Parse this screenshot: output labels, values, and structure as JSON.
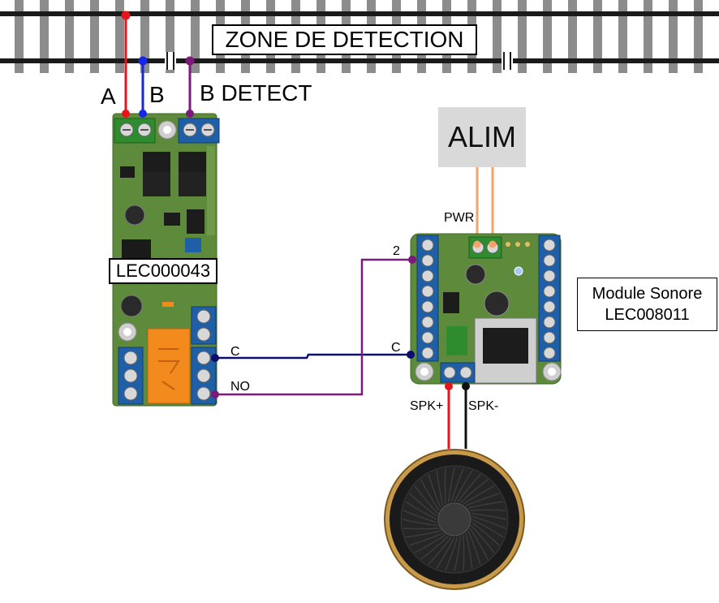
{
  "track": {
    "zone_label": "ZONE DE DETECTION"
  },
  "detector": {
    "model_label": "LEC000043",
    "terminal_labels": {
      "a": "A",
      "b": "B",
      "b_detect": "B DETECT"
    },
    "relay_labels": {
      "c": "C",
      "no": "NO"
    }
  },
  "sound_module": {
    "title_line1": "Module Sonore",
    "title_line2": "LEC008011",
    "pin_2": "2",
    "pin_c": "C",
    "pwr": "PWR",
    "spk_plus": "SPK+",
    "spk_minus": "SPK-"
  },
  "power_supply": {
    "label": "ALIM"
  },
  "colors": {
    "wire_a": "#e8141b",
    "wire_b": "#1626e8",
    "wire_detect": "#7a1a7a",
    "wire_c": "#0a0f6e",
    "wire_pwr": "#f4a36b",
    "pcb": "#5e8a3c",
    "terminal_blue": "#1f5fa8",
    "terminal_green": "#2e8b2e",
    "relay": "#f28a1e"
  }
}
